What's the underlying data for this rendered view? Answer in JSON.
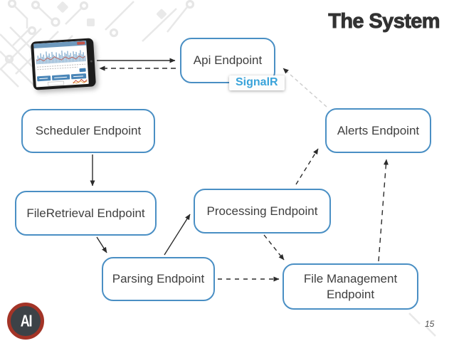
{
  "slide": {
    "title": "The System",
    "page_number": "15",
    "logo_text": "AI"
  },
  "colors": {
    "node_border_blue": "#4a8fc4",
    "node_text": "#3f3f3f",
    "signalr_blue": "#39a3da",
    "arrow_dark": "#2b2b2b",
    "arrow_light_gray": "#cccccc",
    "title_color": "#323232",
    "logo_ring_red": "#a33427",
    "logo_center_gray": "#3c4247",
    "pattern_gray": "#e8e8e8"
  },
  "diagram": {
    "badge_label": "SignalR",
    "nodes": [
      {
        "id": "api",
        "label": "Api Endpoint"
      },
      {
        "id": "scheduler",
        "label": "Scheduler Endpoint"
      },
      {
        "id": "alerts",
        "label": "Alerts Endpoint"
      },
      {
        "id": "fileretrieval",
        "label": "FileRetrieval Endpoint"
      },
      {
        "id": "processing",
        "label": "Processing Endpoint"
      },
      {
        "id": "parsing",
        "label": "Parsing Endpoint"
      },
      {
        "id": "filemanagement",
        "label": "File Management Endpoint"
      }
    ],
    "edges": [
      {
        "from": "dashboard-tablet",
        "to": "api",
        "style": "solid"
      },
      {
        "from": "api",
        "to": "dashboard-tablet",
        "style": "dashed"
      },
      {
        "from": "scheduler",
        "to": "fileretrieval",
        "style": "solid"
      },
      {
        "from": "fileretrieval",
        "to": "parsing",
        "style": "solid"
      },
      {
        "from": "parsing",
        "to": "processing",
        "style": "solid"
      },
      {
        "from": "processing",
        "to": "alerts",
        "style": "dashed"
      },
      {
        "from": "parsing",
        "to": "filemanagement",
        "style": "dashed"
      },
      {
        "from": "processing",
        "to": "filemanagement",
        "style": "dashed"
      },
      {
        "from": "filemanagement",
        "to": "alerts",
        "style": "dashed"
      },
      {
        "from": "alerts",
        "to": "api",
        "style": "dashed-light"
      }
    ]
  }
}
